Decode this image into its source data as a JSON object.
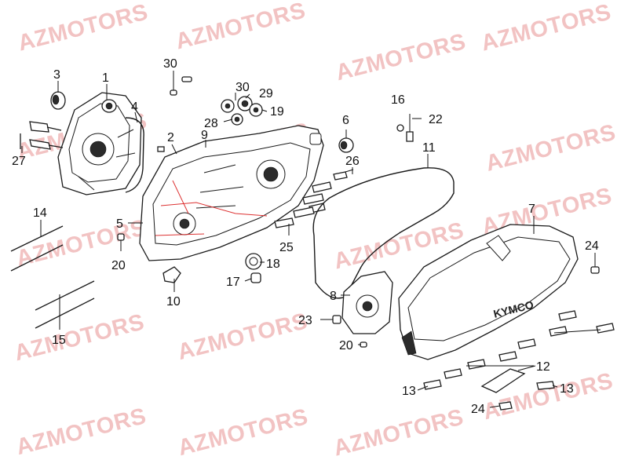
{
  "diagram": {
    "watermark": "AZMOTORS",
    "callouts": [
      "30",
      "3",
      "1",
      "4",
      "30",
      "29",
      "28",
      "19",
      "2",
      "9",
      "6",
      "16",
      "22",
      "11",
      "27",
      "26",
      "14",
      "5",
      "7",
      "24",
      "20",
      "25",
      "18",
      "17",
      "10",
      "8",
      "23",
      "15",
      "20",
      "12",
      "13",
      "13",
      "24"
    ],
    "brand_mark": "KYMCO",
    "colors": {
      "watermark": "#f2c3c3",
      "ink": "#111111",
      "red_line": "#dd3333"
    }
  }
}
